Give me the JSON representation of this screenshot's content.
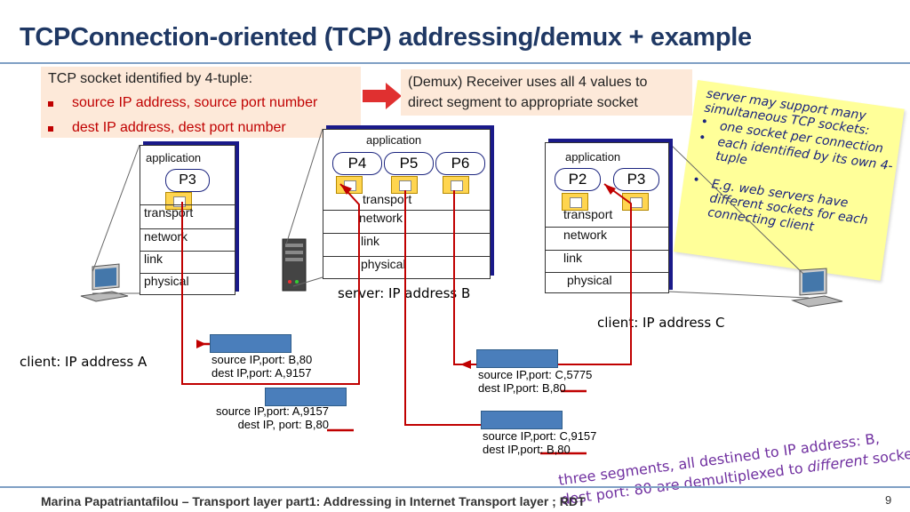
{
  "title": "TCPConnection-oriented (TCP) addressing/demux + example",
  "bullets": {
    "heading": "TCP socket identified by 4-tuple:",
    "item1": "source IP address, source port number",
    "item2": "dest IP address, dest port number"
  },
  "demux": {
    "line1": "(Demux) Receiver uses all 4 values to",
    "line2": "direct segment to appropriate socket"
  },
  "note": {
    "line1": "server may support many",
    "line2": "simultaneous TCP sockets:",
    "line3": "one socket per connection",
    "line4": "each identified by its own 4-",
    "line5": "tuple",
    "line6": "E.g. web servers have",
    "line7": "different sockets for each",
    "line8": "connecting client"
  },
  "hosts": {
    "a": {
      "label": "client: IP address A",
      "application": "application",
      "process": "P3",
      "transport": "transport",
      "network": "network",
      "link": "link",
      "physical": "physical"
    },
    "b": {
      "label": "server: IP address B",
      "application": "application",
      "processes": [
        "P4",
        "P5",
        "P6"
      ],
      "transport": "transport",
      "network": "network",
      "link": "link",
      "physical": "physical"
    },
    "c": {
      "label": "client: IP address C",
      "application": "application",
      "processes": [
        "P2",
        "P3"
      ],
      "transport": "transport",
      "network": "network",
      "link": "link",
      "physical": "physical"
    }
  },
  "segments": {
    "s1": {
      "line1": "source IP,port: B,80",
      "line2": "dest IP,port: A,9157"
    },
    "s2": {
      "line1": "source IP,port: A,9157",
      "line2": "dest IP, port: B,80"
    },
    "s3": {
      "line1": "source IP,port: C,5775",
      "line2": "dest IP,port: B,80"
    },
    "s4": {
      "line1": "source IP,port: C,9157",
      "line2": "dest IP,port: B,80"
    }
  },
  "summary": {
    "line1": "three segments, all destined to IP address: B,",
    "line2a": "dest port: 80 are demultiplexed to ",
    "line2b": "different",
    "line2c": " sockets"
  },
  "footer": "Marina Papatriantafilou – Transport layer part1: Addressing in Internet Transport layer ; RDT",
  "page_number": "9",
  "colors": {
    "title": "#1f3864",
    "accent_red": "#c00000",
    "segment": "#4a7ebb",
    "note_bg": "#ffff99",
    "summary": "#7030a0"
  }
}
